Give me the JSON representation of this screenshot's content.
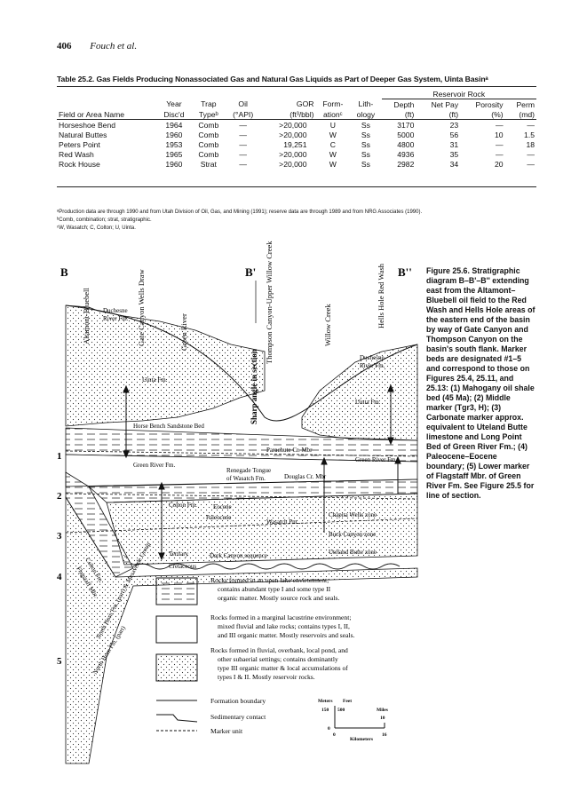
{
  "header": {
    "page_number": "406",
    "authors": "Fouch et al."
  },
  "table": {
    "caption": "Table 25.2. Gas Fields Producing Nonassociated Gas and Natural Gas Liquids as Part of Deeper Gas System, Uinta Basinᵃ",
    "group_header": "Reservoir Rock",
    "head1": [
      "",
      "Year",
      "Trap",
      "Oil",
      "GOR",
      "Form-",
      "Lith-",
      "Depth",
      "Net Pay",
      "Porosity",
      "Perm"
    ],
    "head2": [
      "Field or Area Name",
      "Disc'd",
      "Typeᵇ",
      "(°API)",
      "(ft³/bbl)",
      "ationᶜ",
      "ology",
      "(ft)",
      "(ft)",
      "(%)",
      "(md)"
    ],
    "rows": [
      [
        "Horseshoe Bend",
        "1964",
        "Comb",
        "—",
        ">20,000",
        "U",
        "Ss",
        "3170",
        "23",
        "—",
        "—"
      ],
      [
        "Natural Buttes",
        "1960",
        "Comb",
        "—",
        ">20,000",
        "W",
        "Ss",
        "5000",
        "56",
        "10",
        "1.5"
      ],
      [
        "Peters Point",
        "1953",
        "Comb",
        "—",
        "19,251",
        "C",
        "Ss",
        "4800",
        "31",
        "—",
        "18"
      ],
      [
        "Red Wash",
        "1965",
        "Comb",
        "—",
        ">20,000",
        "W",
        "Ss",
        "4936",
        "35",
        "—",
        "—"
      ],
      [
        "Rock House",
        "1960",
        "Strat",
        "—",
        ">20,000",
        "W",
        "Ss",
        "2982",
        "34",
        "20",
        "—"
      ]
    ],
    "footnotes": [
      "ᵃProduction data are through 1990 and from Utah Division of Oil, Gas, and Mining (1991); reserve data are through 1989 and from NRG Associates (1990).",
      "ᵇComb, combination; strat, stratigraphic.",
      "ᶜW, Wasatch; C, Colton; U, Uinta."
    ]
  },
  "figure": {
    "caption": "Figure 25.6. Stratigraphic diagram B–B'–B'' extending east from the Altamont–Bluebell oil field to the Red Wash and Hells Hole areas of the eastern end of the basin by way of Gate Canyon and Thompson Canyon on the basin's south flank. Marker beds are designated #1–5 and correspond to those on Figures 25.4, 25.11, and 25.13: (1) Mahogany oil shale bed (45 Ma); (2) Middle marker (Tgr3, H); (3) Carbonate marker approx. equivalent to Uteland Butte limestone and Long Point Bed of Green River Fm.; (4) Paleocene–Eocene boundary; (5) Lower marker of Flagstaff Mbr. of Green River Fm. See Figure 25.5 for line of section.",
    "section_labels": [
      "B",
      "B'",
      "B''"
    ],
    "marker_numbers": [
      "1",
      "2",
      "3",
      "4",
      "5"
    ],
    "vertical_labels": [
      "Altamont-Bluebell",
      "Gate Canyon Wells Draw",
      "Green River",
      "Sharp angle in section",
      "Thompson Canyon-Upper Willow Creek",
      "Willow Creek",
      "Hells Hole Red Wash"
    ],
    "unit_labels": {
      "duchesne_left": [
        "Duchesne",
        "River Fm."
      ],
      "uinta_left": "Uinta Fm.",
      "duchesne_right": [
        "Duchesne",
        "River Fm."
      ],
      "uinta_right": "Uinta Fm.",
      "horse_bench": "Horse Bench Sandstone Bed",
      "parachute": "Parachute Cr. Mbr",
      "green_river_right": "Green River Fm.",
      "green_river_left": "Green River Fm.",
      "renegade": [
        "Renegade Tongue",
        "of Wasatch Fm."
      ],
      "douglas": "Douglas Cr. Mbr",
      "colton": "Colton Fm.",
      "eocene": "Eocene",
      "paleocene": "Paleocene",
      "chapita": "Chapita Wells zone",
      "wasatch": "Wasatch Fm.",
      "buck": "Buck Canyon zone",
      "uteland": "Uteland Butte zone",
      "tertiary": "Tertiary",
      "cretaceous": "Cretaceous",
      "dark_canyon": "Dark Canyon sequence",
      "flagstaff": "Flagstaff Mbr.",
      "colton_fm2": "Colton Fm.",
      "north_horn": "North Horn Fm. (part) & Mesaverde Group",
      "north_horn_part": "North Horn Fm. (part)"
    },
    "legend": [
      {
        "pattern": "lake",
        "text": [
          "Rocks formed in an open lake environment;",
          "contains abundant type I and some type II",
          "organic matter. Mostly source rock and seals."
        ]
      },
      {
        "pattern": "marginal",
        "text": [
          "Rocks formed in a marginal lacustrine environment;",
          "mixed fluvial and lake rocks; contains types I, II,",
          "and III organic matter. Mostly reservoirs and seals."
        ]
      },
      {
        "pattern": "fluvial",
        "text": [
          "Rocks formed in fluvial, overbank, local pond, and",
          "other subaerial settings; contains dominantly",
          "type III organic matter & local accumulations of",
          "types I & II. Mostly reservoir rocks."
        ]
      }
    ],
    "line_legend": [
      "Formation boundary",
      "Sedimentary contact",
      "Marker unit"
    ],
    "scale": {
      "meters": "Meters",
      "feet": "Feet",
      "m150": "150",
      "ft500": "500",
      "zero": "0",
      "miles": "Miles",
      "mi10": "10",
      "km0": "0",
      "km16": "16",
      "kilometers": "Kilometers"
    }
  }
}
